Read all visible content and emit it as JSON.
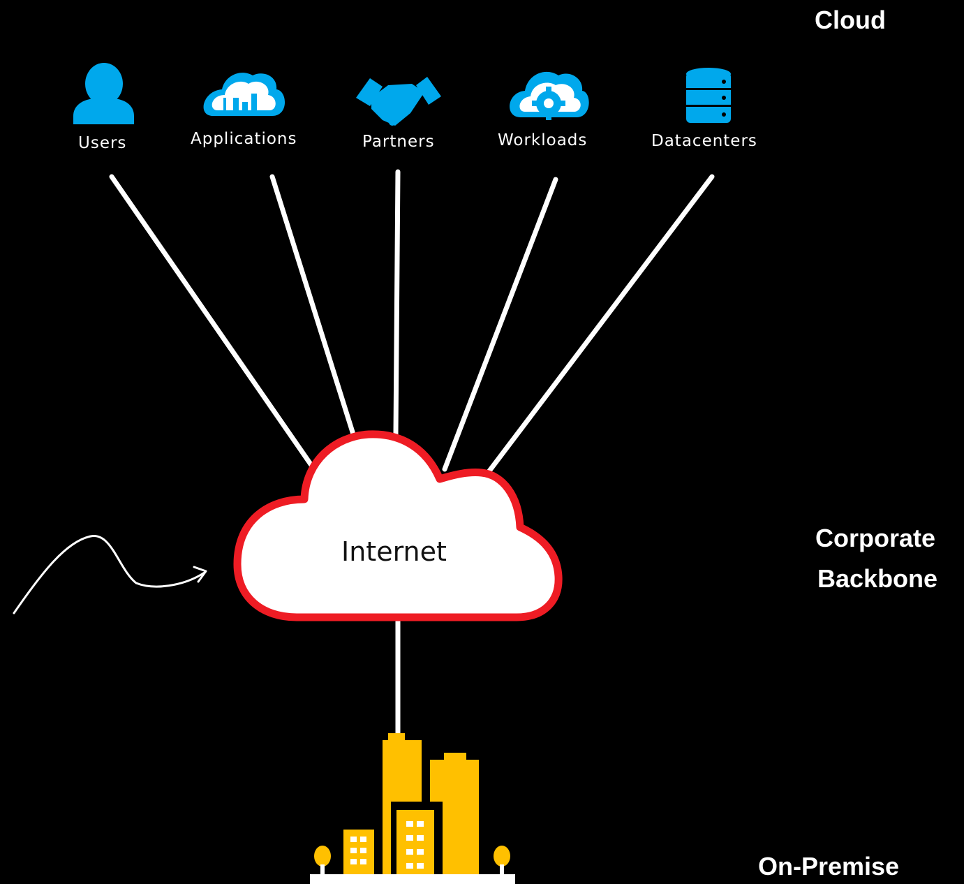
{
  "zones": {
    "cloud": "Cloud",
    "backbone_line1": "Corporate",
    "backbone_line2": "Backbone",
    "onprem": "On-Premise"
  },
  "nodes": {
    "users": "Users",
    "applications": "Applications",
    "partners": "Partners",
    "workloads": "Workloads",
    "datacenters": "Datacenters"
  },
  "hub": {
    "label": "Internet"
  },
  "colors": {
    "background": "#000000",
    "icon_blue": "#00a8ec",
    "cloud_outline": "#ee1c24",
    "building": "#ffc000",
    "lines": "#ffffff"
  },
  "icons": [
    "user-icon",
    "cloud-chart-icon",
    "handshake-icon",
    "cloud-gear-icon",
    "database-icon",
    "office-buildings-icon"
  ]
}
